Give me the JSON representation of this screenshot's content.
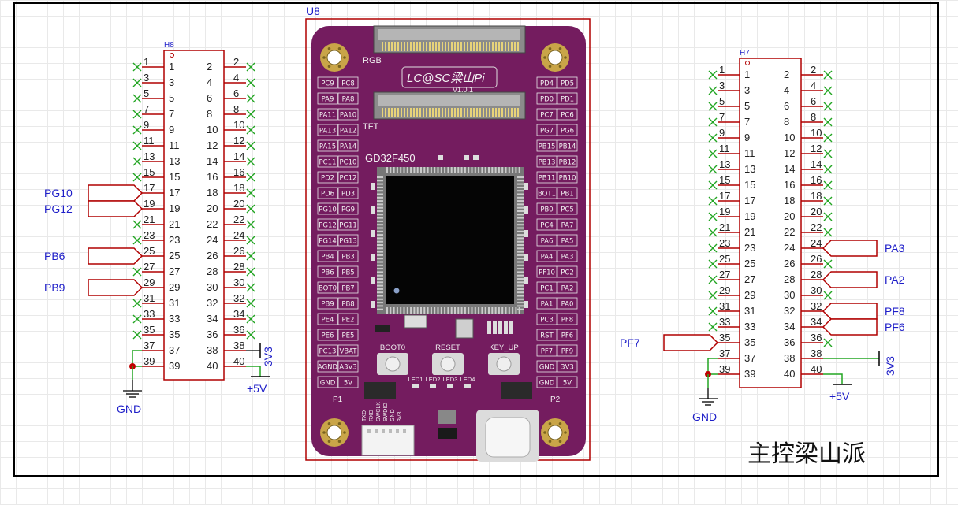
{
  "designator_board": "U8",
  "sheet_label": "主控梁山派",
  "h8": {
    "ref": "H8",
    "left_pins": [
      1,
      3,
      5,
      7,
      9,
      11,
      13,
      15,
      17,
      19,
      21,
      23,
      25,
      27,
      29,
      31,
      33,
      35,
      37,
      39
    ],
    "right_pins": [
      2,
      4,
      6,
      8,
      10,
      12,
      14,
      16,
      18,
      20,
      22,
      24,
      26,
      28,
      30,
      32,
      34,
      36,
      38,
      40
    ],
    "nets": [
      {
        "pin": 17,
        "label": "PG10"
      },
      {
        "pin": 19,
        "label": "PG12"
      },
      {
        "pin": 25,
        "label": "PB6"
      },
      {
        "pin": 29,
        "label": "PB9"
      }
    ],
    "power_3v3": "3V3",
    "power_5v": "+5V",
    "gnd": "GND"
  },
  "h7": {
    "ref": "H7",
    "left_pins": [
      1,
      3,
      5,
      7,
      9,
      11,
      13,
      15,
      17,
      19,
      21,
      23,
      25,
      27,
      29,
      31,
      33,
      35,
      37,
      39
    ],
    "right_pins": [
      2,
      4,
      6,
      8,
      10,
      12,
      14,
      16,
      18,
      20,
      22,
      24,
      26,
      28,
      30,
      32,
      34,
      36,
      38,
      40
    ],
    "nets_right": [
      {
        "pin": 24,
        "label": "PA3"
      },
      {
        "pin": 28,
        "label": "PA2"
      },
      {
        "pin": 32,
        "label": "PF8"
      },
      {
        "pin": 34,
        "label": "PF6"
      }
    ],
    "nets_left": [
      {
        "pin": 35,
        "label": "PF7"
      }
    ],
    "power_3v3": "3V3",
    "power_5v": "+5V",
    "gnd": "GND"
  },
  "board": {
    "connector_rgb": "RGB",
    "connector_tft": "TFT",
    "logo": "LC@SC梁山Pi",
    "version": "V1.0.1",
    "chip": "GD32F450",
    "left_pads": [
      [
        "PC9",
        "PC8"
      ],
      [
        "PA9",
        "PA8"
      ],
      [
        "PA11",
        "PA10"
      ],
      [
        "PA13",
        "PA12"
      ],
      [
        "PA15",
        "PA14"
      ],
      [
        "PC11",
        "PC10"
      ],
      [
        "PD2",
        "PC12"
      ],
      [
        "PD6",
        "PD3"
      ],
      [
        "PG10",
        "PG9"
      ],
      [
        "PG12",
        "PG11"
      ],
      [
        "PG14",
        "PG13"
      ],
      [
        "PB4",
        "PB3"
      ],
      [
        "PB6",
        "PB5"
      ],
      [
        "BOT0",
        "PB7"
      ],
      [
        "PB9",
        "PB8"
      ],
      [
        "PE4",
        "PE2"
      ],
      [
        "PE6",
        "PE5"
      ],
      [
        "PC13",
        "VBAT"
      ],
      [
        "AGND",
        "A3V3"
      ],
      [
        "GND",
        "5V"
      ]
    ],
    "right_pads": [
      [
        "PD4",
        "PD5"
      ],
      [
        "PD0",
        "PD1"
      ],
      [
        "PC7",
        "PC6"
      ],
      [
        "PG7",
        "PG6"
      ],
      [
        "PB15",
        "PB14"
      ],
      [
        "PB13",
        "PB12"
      ],
      [
        "PB11",
        "PB10"
      ],
      [
        "BOT1",
        "PB1"
      ],
      [
        "PB0",
        "PC5"
      ],
      [
        "PC4",
        "PA7"
      ],
      [
        "PA6",
        "PA5"
      ],
      [
        "PA4",
        "PA3"
      ],
      [
        "PF10",
        "PC2"
      ],
      [
        "PC1",
        "PA2"
      ],
      [
        "PA1",
        "PA0"
      ],
      [
        "PC3",
        "PF8"
      ],
      [
        "RST",
        "PF6"
      ],
      [
        "PF7",
        "PF9"
      ],
      [
        "GND",
        "3V3"
      ],
      [
        "GND",
        "5V"
      ]
    ],
    "buttons": [
      "BOOT0",
      "RESET",
      "KEY_UP"
    ],
    "leds": [
      "LED1",
      "LED2",
      "LED3",
      "LED4"
    ],
    "p1": "P1",
    "p2": "P2",
    "uart_labels": [
      "TXD",
      "RXD",
      "SWCLK",
      "SWDIO",
      "GND",
      "3V3"
    ]
  }
}
